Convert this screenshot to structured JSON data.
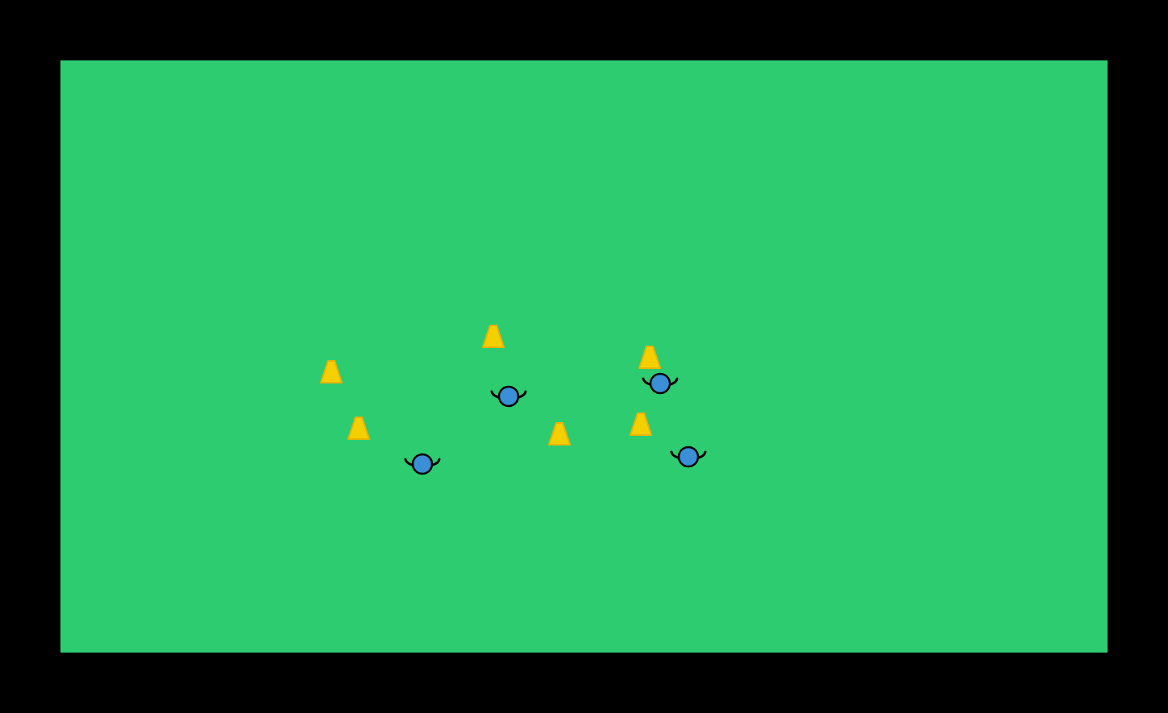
{
  "colors": {
    "background": "#000000",
    "field": "#2ecc71",
    "cone_fill": "#f5d000",
    "cone_stroke": "#e8b400",
    "player_fill": "#3b8fd6",
    "player_stroke": "#000000"
  },
  "drill": {
    "cones": [
      {
        "id": "cone-1",
        "icon": "cone-icon"
      },
      {
        "id": "cone-2",
        "icon": "cone-icon"
      },
      {
        "id": "cone-3",
        "icon": "cone-icon"
      },
      {
        "id": "cone-4",
        "icon": "cone-icon"
      },
      {
        "id": "cone-5",
        "icon": "cone-icon"
      },
      {
        "id": "cone-6",
        "icon": "cone-icon"
      }
    ],
    "players": [
      {
        "id": "player-1",
        "icon": "player-icon"
      },
      {
        "id": "player-2",
        "icon": "player-icon"
      },
      {
        "id": "player-3",
        "icon": "player-icon"
      },
      {
        "id": "player-4",
        "icon": "player-icon"
      }
    ]
  }
}
